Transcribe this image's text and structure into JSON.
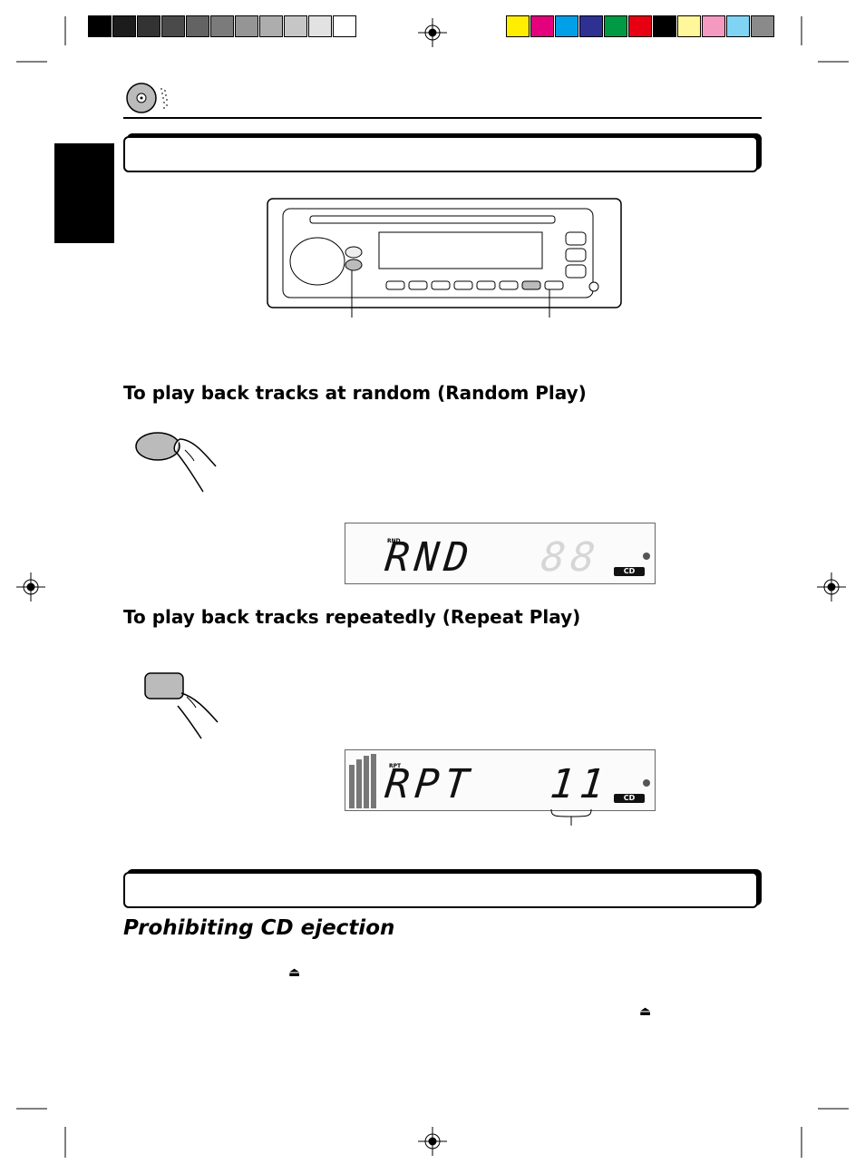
{
  "colors": {
    "grayscale": [
      "#000000",
      "#1c1c1c",
      "#333333",
      "#4a4a4a",
      "#636363",
      "#7b7b7b",
      "#959595",
      "#adadad",
      "#c6c6c6",
      "#e2e2e2",
      "#ffffff"
    ],
    "process": [
      "#ffee00",
      "#e5007e",
      "#00a0e9",
      "#2e3192",
      "#009944",
      "#e60012",
      "#000000",
      "#fff799",
      "#f49ac1",
      "#7fd4f5",
      "#8a8a8a"
    ]
  },
  "icons": {
    "header": "cd-icon",
    "eject": "eject-icon"
  },
  "random_play": {
    "heading": "To play back tracks at random",
    "heading_paren": "(Random Play)",
    "lcd_label": "RND",
    "lcd_text": "RND",
    "lcd_track": "88",
    "lcd_source": "CD"
  },
  "repeat_play": {
    "heading": "To play back tracks repeatedly",
    "heading_paren": "(Repeat Play)",
    "lcd_label": "RPT",
    "lcd_text": "RPT",
    "lcd_track": "11",
    "lcd_source": "CD"
  },
  "prohibit": {
    "title": "Prohibiting CD ejection"
  },
  "eject_glyph": "⏏"
}
